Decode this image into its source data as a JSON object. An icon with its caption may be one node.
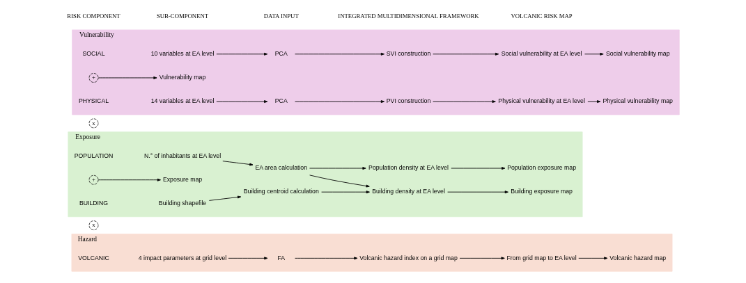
{
  "diagram": {
    "nodes": [
      {
        "text": [
          "Hazard"
        ]
      },
      {
        "text": [
          "VOLCANIC"
        ],
        "in": 0
      },
      {
        "text": [
          "4 impact parameters at grid level"
        ],
        "in": 0
      },
      {
        "text": [
          "FA"
        ],
        "in": 0
      },
      {
        "text": [
          "Volcanic hazard index on a grid map"
        ],
        "in": 0
      },
      {
        "text": [
          "From grid map to EA level"
        ],
        "in": 0
      },
      {
        "text": [
          "Volcanic hazard map"
        ],
        "in": 0
      },
      {
        "text": [
          "x"
        ]
      },
      {
        "text": [
          "Exposure"
        ]
      },
      {
        "text": [
          "POPULATION"
        ],
        "in": 8
      },
      {
        "text": [
          "N.° of inhabitants at EA level"
        ],
        "in": 8
      },
      {
        "text": [
          "EA area calculation"
        ],
        "in": 8
      },
      {
        "text": [
          "Population density at EA level"
        ],
        "in": 8
      },
      {
        "text": [
          "Population exposure map"
        ],
        "in": 8
      },
      {
        "text": [
          "+"
        ],
        "in": 8
      },
      {
        "text": [
          "Exposure map"
        ],
        "in": 8
      },
      {
        "text": [
          "BUILDING"
        ],
        "in": 8
      },
      {
        "text": [
          "Building shapefile"
        ],
        "in": 8
      },
      {
        "text": [
          "Building centroid calculation"
        ],
        "in": 8
      },
      {
        "text": [
          "Building density at EA level"
        ],
        "in": 8
      },
      {
        "text": [
          "Building exposure map"
        ],
        "in": 8
      },
      {
        "text": [
          "x"
        ]
      },
      {
        "text": [
          "Vulnerability"
        ]
      },
      {
        "text": [
          "SOCIAL"
        ],
        "in": 22
      },
      {
        "text": [
          "10 variables at EA level"
        ],
        "in": 22
      },
      {
        "text": [
          "PCA"
        ],
        "in": 22
      },
      {
        "text": [
          "SVI construction"
        ],
        "in": 22
      },
      {
        "text": [
          "Social vulnerability at EA level"
        ],
        "in": 22
      },
      {
        "text": [
          "Social vulnerability map"
        ],
        "in": 22
      },
      {
        "text": [
          "+"
        ],
        "in": 22
      },
      {
        "text": [
          "Vulnerability map"
        ],
        "in": 22
      },
      {
        "text": [
          "PHYSICAL"
        ],
        "in": 22
      },
      {
        "text": [
          "14 variables at EA level"
        ],
        "in": 22
      },
      {
        "text": [
          "PCA"
        ],
        "in": 22
      },
      {
        "text": [
          "PVI construction"
        ],
        "in": 22
      },
      {
        "text": [
          "Physical vulnerability at EA level"
        ],
        "in": 22
      },
      {
        "text": [
          "Physical vulnerability map"
        ],
        "in": 22
      }
    ],
    "edges": [
      {
        "from": 2,
        "to": 3,
        "arrow": "to"
      },
      {
        "from": 3,
        "to": 4,
        "arrow": "to"
      },
      {
        "from": 4,
        "to": 5,
        "arrow": "to"
      },
      {
        "from": 5,
        "to": 6,
        "arrow": "to"
      },
      {
        "from": 10,
        "to": 11,
        "arrow": "to"
      },
      {
        "from": 11,
        "to": 12,
        "arrow": "to"
      },
      {
        "from": 12,
        "to": 13,
        "arrow": "to"
      },
      {
        "from": 11,
        "to": 19,
        "arrow": "to"
      },
      {
        "from": 14,
        "to": 15,
        "arrow": "to"
      },
      {
        "from": 17,
        "to": 18,
        "arrow": "to"
      },
      {
        "from": 18,
        "to": 19,
        "arrow": "to"
      },
      {
        "from": 19,
        "to": 20,
        "arrow": "to"
      },
      {
        "from": 24,
        "to": 25,
        "arrow": "to"
      },
      {
        "from": 25,
        "to": 26,
        "arrow": "to"
      },
      {
        "from": 26,
        "to": 27,
        "arrow": "to"
      },
      {
        "from": 27,
        "to": 28,
        "arrow": "to"
      },
      {
        "from": 29,
        "to": 30,
        "arrow": "to"
      },
      {
        "from": 32,
        "to": 33,
        "arrow": "to"
      },
      {
        "from": 33,
        "to": 34,
        "arrow": "to"
      },
      {
        "from": 34,
        "to": 35,
        "arrow": "to"
      },
      {
        "from": 35,
        "to": 36,
        "arrow": "to"
      }
    ],
    "labels": [
      "RISK COMPONENT",
      "SUB-COMPONENT",
      "DATA INPUT",
      "INTEGRATED MULTIDIMENSIONAL FRAMEWORK",
      "VOLCANIC RISK MAP"
    ]
  }
}
